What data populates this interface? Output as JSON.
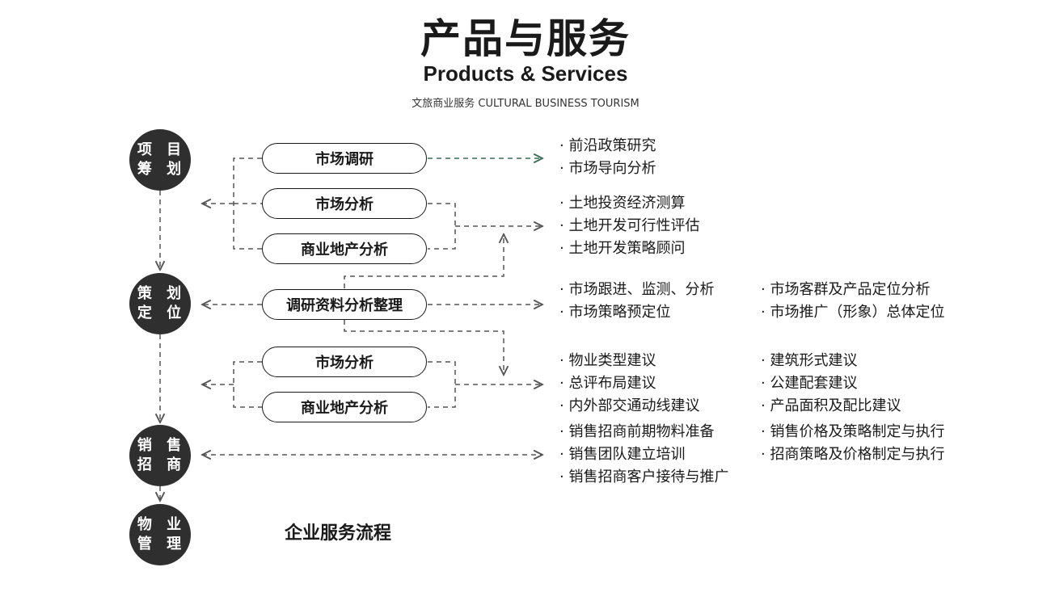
{
  "header": {
    "title_cn": "产品与服务",
    "title_en": "Products & Services",
    "subtitle": "文旅商业服务 CULTURAL BUSINESS TOURISM"
  },
  "stages": [
    {
      "label": "项 目\n筹 划"
    },
    {
      "label": "策 划\n定 位"
    },
    {
      "label": "销 售\n招 商"
    },
    {
      "label": "物 业\n管 理"
    }
  ],
  "boxes": {
    "market_research": "市场调研",
    "market_analysis_1": "市场分析",
    "commercial_analysis_1": "商业地产分析",
    "research_summary": "调研资料分析整理",
    "market_analysis_2": "市场分析",
    "commercial_analysis_2": "商业地产分析"
  },
  "items": {
    "group1": [
      "前沿政策研究",
      "市场导向分析"
    ],
    "group2": [
      "土地投资经济测算",
      "土地开发可行性评估",
      "土地开发策略顾问"
    ],
    "group3_left": [
      "市场跟进、监测、分析",
      "市场策略预定位"
    ],
    "group3_right": [
      "市场客群及产品定位分析",
      "市场推广（形象）总体定位"
    ],
    "group4_left": [
      "物业类型建议",
      "总评布局建议",
      "内外部交通动线建议"
    ],
    "group4_right": [
      "建筑形式建议",
      "公建配套建议",
      "产品面积及配比建议"
    ],
    "group5_left": [
      "销售招商前期物料准备",
      "销售团队建立培训",
      "销售招商客户接待与推广"
    ],
    "group5_right": [
      "销售价格及策略制定与执行",
      "招商策略及价格制定与执行"
    ]
  },
  "footer": {
    "label": "企业服务流程"
  },
  "colors": {
    "dark": "#2f2f2f",
    "line": "#555555",
    "accent_arrow": "#3d6b57"
  }
}
